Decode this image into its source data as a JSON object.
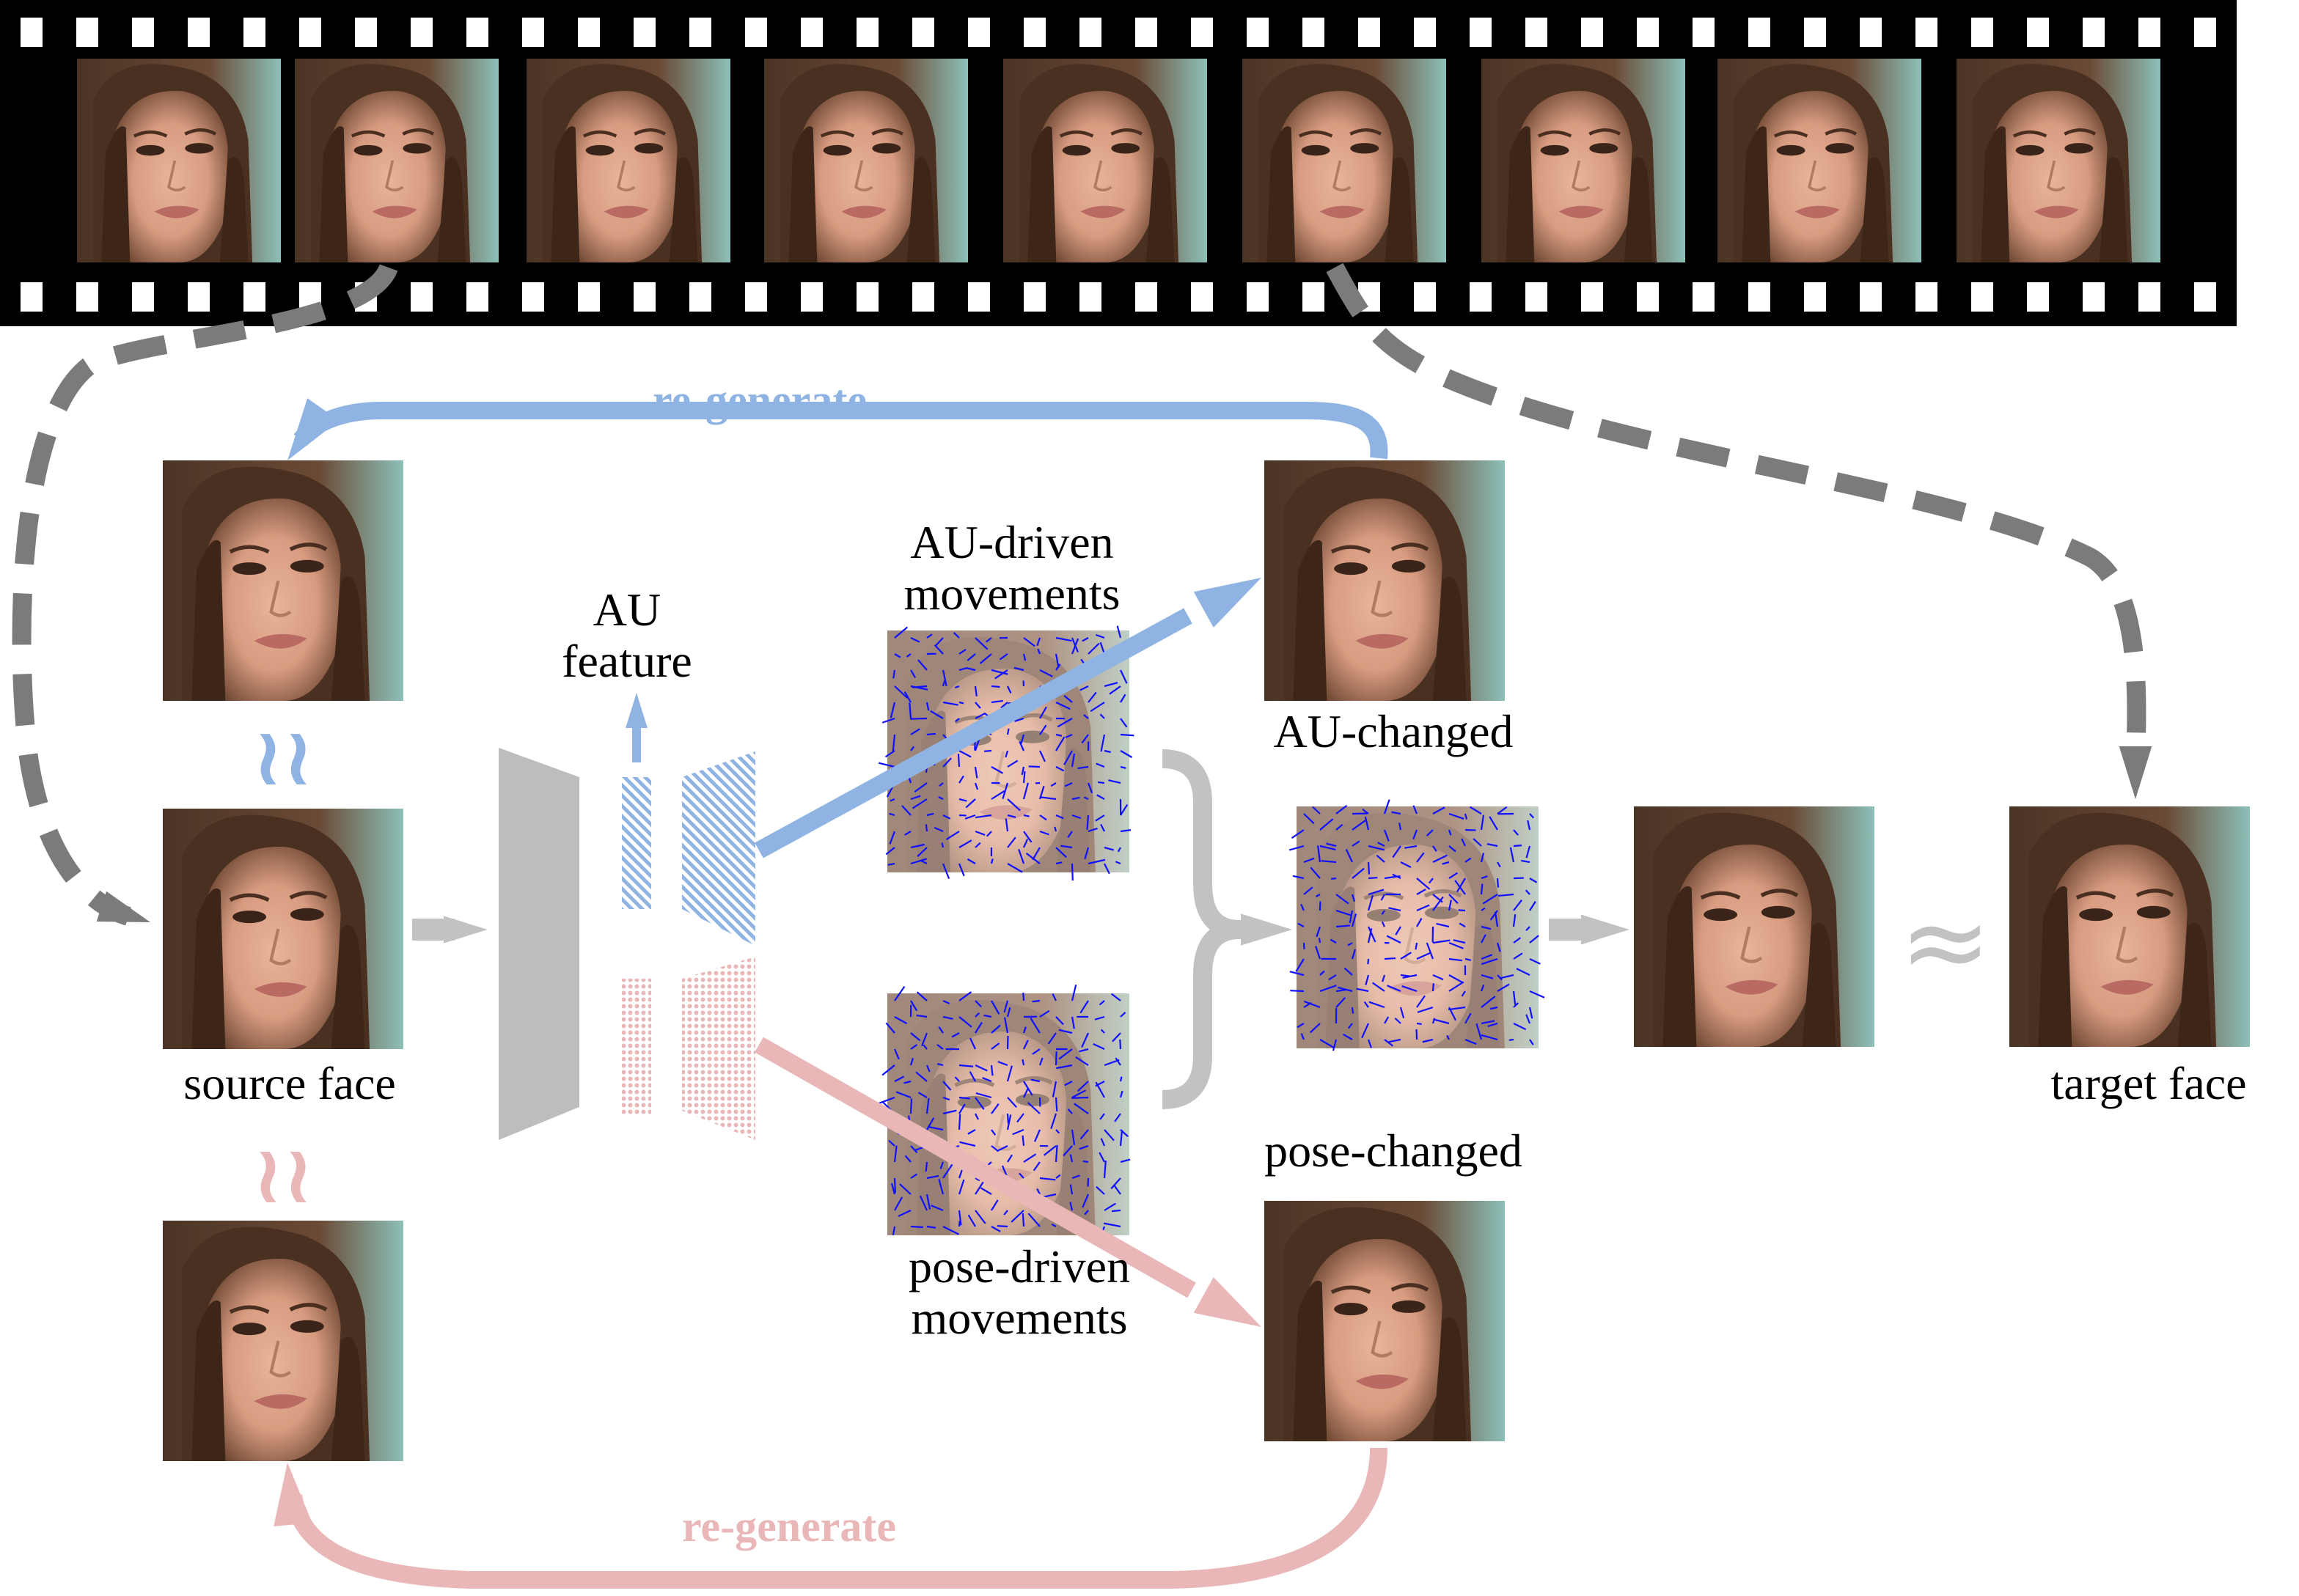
{
  "labels": {
    "source_face": "source face",
    "target_face": "target face",
    "au_feature_line1": "AU",
    "au_feature_line2": "feature",
    "au_driven_line1": "AU-driven",
    "au_driven_line2": "movements",
    "pose_driven_line1": "pose-driven",
    "pose_driven_line2": "movements",
    "au_changed": "AU-changed",
    "pose_changed": "pose-changed",
    "regenerate_top": "re-generate",
    "regenerate_bottom": "re-generate",
    "approx_symbol": "≈"
  },
  "colors": {
    "au_blue": "#8fb4e3",
    "pose_pink": "#eab7b8",
    "flow_gray": "#c2c2c2",
    "dashed_gray": "#7b7b7b",
    "film_black": "#000000",
    "vector_blue": "#1010ff"
  },
  "icons": {
    "encoder": "trapezoid-encoder-icon",
    "vector_field": "motion-vector-field-icon",
    "film": "film-strip-icon",
    "face": "face-thumbnail-icon"
  },
  "filmstrip": {
    "frame_count": 9
  }
}
